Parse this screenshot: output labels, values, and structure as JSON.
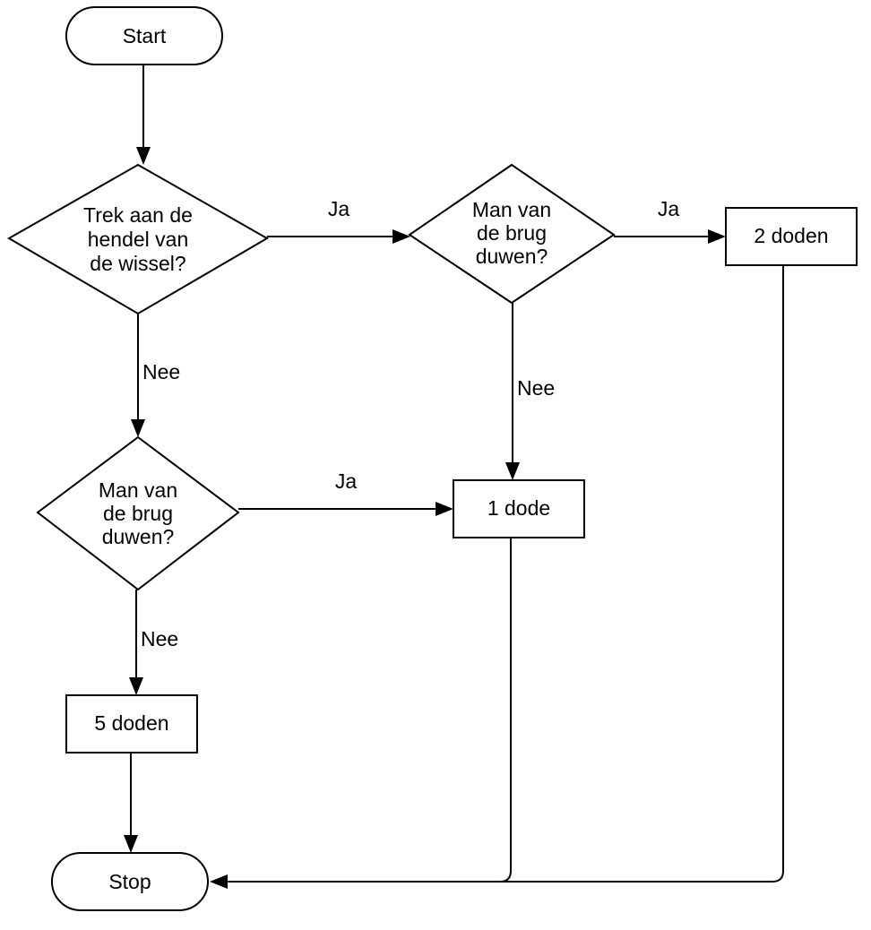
{
  "nodes": {
    "start": "Start",
    "decision1": [
      "Trek aan de",
      "hendel van",
      "de wissel?"
    ],
    "decision2": [
      "Man van",
      "de brug",
      "duwen?"
    ],
    "decision3": [
      "Man van",
      "de brug",
      "duwen?"
    ],
    "two_dead": "2 doden",
    "one_dead": "1 dode",
    "five_dead": "5 doden",
    "stop": "Stop"
  },
  "edges": {
    "d1_yes": "Ja",
    "d1_no": "Nee",
    "d2_yes": "Ja",
    "d2_no": "Nee",
    "d3_yes": "Ja",
    "d3_no": "Nee"
  }
}
